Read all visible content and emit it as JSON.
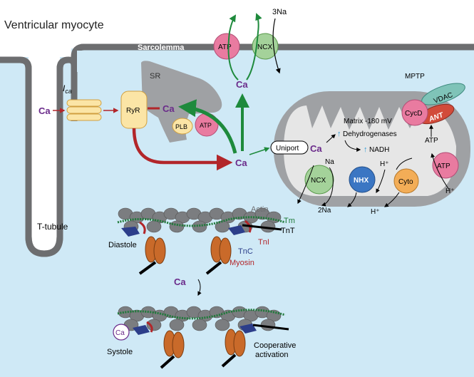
{
  "title": "Ventricular myocyte",
  "labels": {
    "sarcolemma": "Sarcolemma",
    "three_na": "3Na",
    "sr": "SR",
    "mptp": "MPTP",
    "vdac": "VDAC",
    "cycd": "CycD",
    "ant": "ANT",
    "ica_main": "I",
    "ica_sub": "ca",
    "ca": "Ca",
    "ryr": "RyR",
    "plb": "PLB",
    "atp": "ATP",
    "ncx": "NCX",
    "uniport": "Uniport",
    "matrix": "Matrix -180 mV",
    "dehydrogenases": "Dehydrogenases",
    "nadh": "NADH",
    "na": "Na",
    "h_plus": "H⁺",
    "two_na": "2Na",
    "nhx": "NHX",
    "cyto": "Cyto",
    "t_tubule": "T-tubule",
    "actin": "Actin",
    "tm": "Tm",
    "tnt": "TnT",
    "tni": "TnI",
    "tnc": "TnC",
    "diastole": "Diastole",
    "myosin": "Myosin",
    "systole": "Systole",
    "cooperative": "Cooperative",
    "activation": "activation",
    "up_arrow_glyph": "↑"
  },
  "colors": {
    "extracellular": "#ffffff",
    "cytosol": "#cfe9f6",
    "membrane": "#6d6e70",
    "sr_fill": "#9fa1a4",
    "mito_fill": "#e6e6e6",
    "ca_purple": "#6a2a8a",
    "green": "#1e8a3c",
    "red": "#b2262a",
    "atp_pink": "#e97ba0",
    "ncx_green": "#a4d29a",
    "nhx_blue": "#3b76c3",
    "cyto_orange": "#f3ad57",
    "ryr_yellow": "#fbe5a6",
    "myosin_orange": "#c96a2a",
    "vdac_teal": "#7fc3b8",
    "ant_red": "#d24b3a"
  }
}
